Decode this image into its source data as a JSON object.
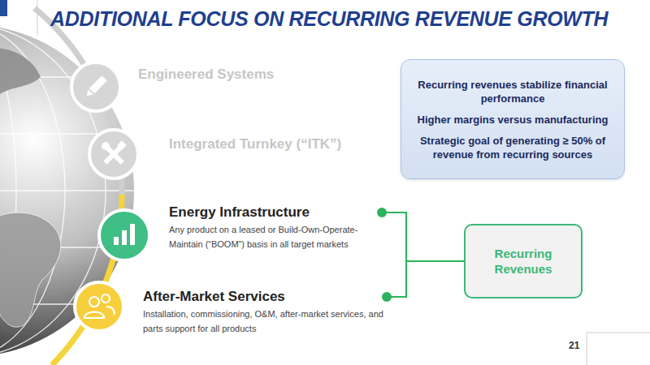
{
  "diagram": {
    "title": "ADDITIONAL FOCUS ON RECURRING REVENUE GROWTH",
    "nodes": [
      {
        "text": [
          "Engineered Systems"
        ]
      },
      {
        "text": [
          "Integrated Turnkey (“ITK”)"
        ]
      },
      {
        "text": [
          "Energy Infrastructure",
          "Any product on a leased or Build-Own-Operate-Maintain (“BOOM”) basis in all target markets"
        ]
      },
      {
        "text": [
          "After-Market Services",
          "Installation, commissioning, O&M, after-market services, and parts support for all products"
        ]
      },
      {
        "text": [
          "Recurring Revenues"
        ]
      },
      {
        "text": [
          "Recurring revenues stabilize financial performance",
          "Higher margins versus manufacturing",
          "Strategic goal of generating ≥ 50% of revenue from recurring sources"
        ]
      }
    ],
    "edges": [
      {
        "from": 2,
        "to": 4,
        "arrow": "none"
      },
      {
        "from": 3,
        "to": 4,
        "arrow": "none"
      }
    ],
    "labels": [
      "21"
    ]
  }
}
